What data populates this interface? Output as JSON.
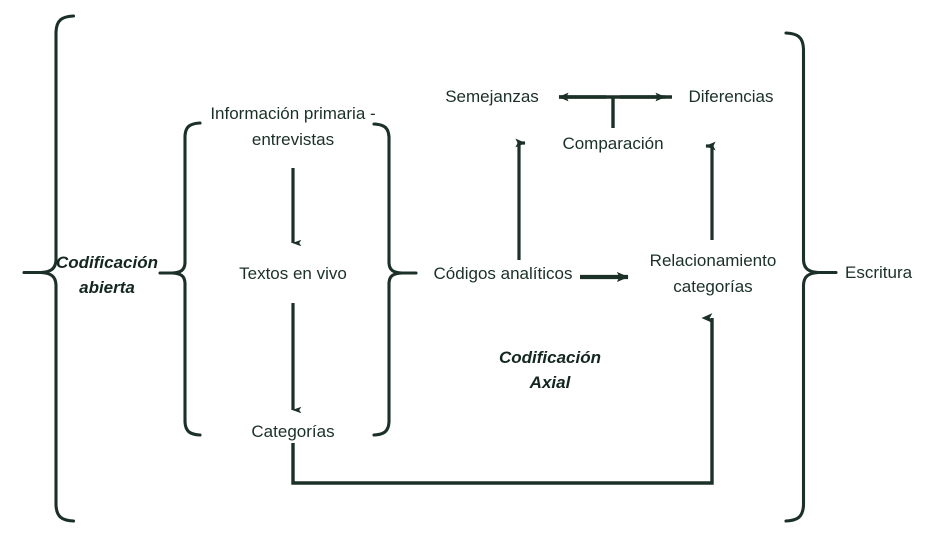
{
  "diagram": {
    "title_present": false,
    "colors": {
      "stroke": "#1b3027",
      "text": "#1b3027",
      "background": "#ffffff"
    },
    "phases": [
      {
        "id": "open-coding",
        "label": "Codificación\nabierta"
      },
      {
        "id": "axial-coding",
        "label": "Codificación\nAxial"
      },
      {
        "id": "writing",
        "label": "Escritura"
      }
    ],
    "nodes": [
      {
        "id": "primary-information",
        "label": "Información primaria -\nentrevistas"
      },
      {
        "id": "live-texts",
        "label": "Textos en vivo"
      },
      {
        "id": "categories",
        "label": "Categorías"
      },
      {
        "id": "analytic-codes",
        "label": "Códigos analíticos"
      },
      {
        "id": "similarities",
        "label": "Semejanzas"
      },
      {
        "id": "comparison",
        "label": "Comparación"
      },
      {
        "id": "differences",
        "label": "Diferencias"
      },
      {
        "id": "category-relation",
        "label": "Relacionamiento\ncategorías"
      }
    ],
    "edges": [
      {
        "from": "primary-information",
        "to": "live-texts",
        "kind": "arrow-down"
      },
      {
        "from": "live-texts",
        "to": "categories",
        "kind": "arrow-down"
      },
      {
        "from": "analytic-codes",
        "to": "category-relation",
        "kind": "arrow-right"
      },
      {
        "from": "analytic-codes",
        "to": "similarities",
        "kind": "elbow-up-right"
      },
      {
        "from": "category-relation",
        "to": "differences",
        "kind": "elbow-up-left"
      },
      {
        "from": "comparison",
        "to": "similarities-differences",
        "kind": "double-arrow-horizontal"
      },
      {
        "from": "categories",
        "to": "category-relation",
        "kind": "feedback-loop"
      }
    ],
    "braces": [
      {
        "id": "open-coding-brace",
        "orientation": "right",
        "label_ref": "open-coding"
      },
      {
        "id": "left-column-brace",
        "orientation": "right",
        "label_ref": "primary-information-group"
      },
      {
        "id": "analytic-codes-brace",
        "orientation": "left",
        "label_ref": "analytic-codes"
      },
      {
        "id": "writing-brace",
        "orientation": "left",
        "label_ref": "writing"
      }
    ]
  }
}
